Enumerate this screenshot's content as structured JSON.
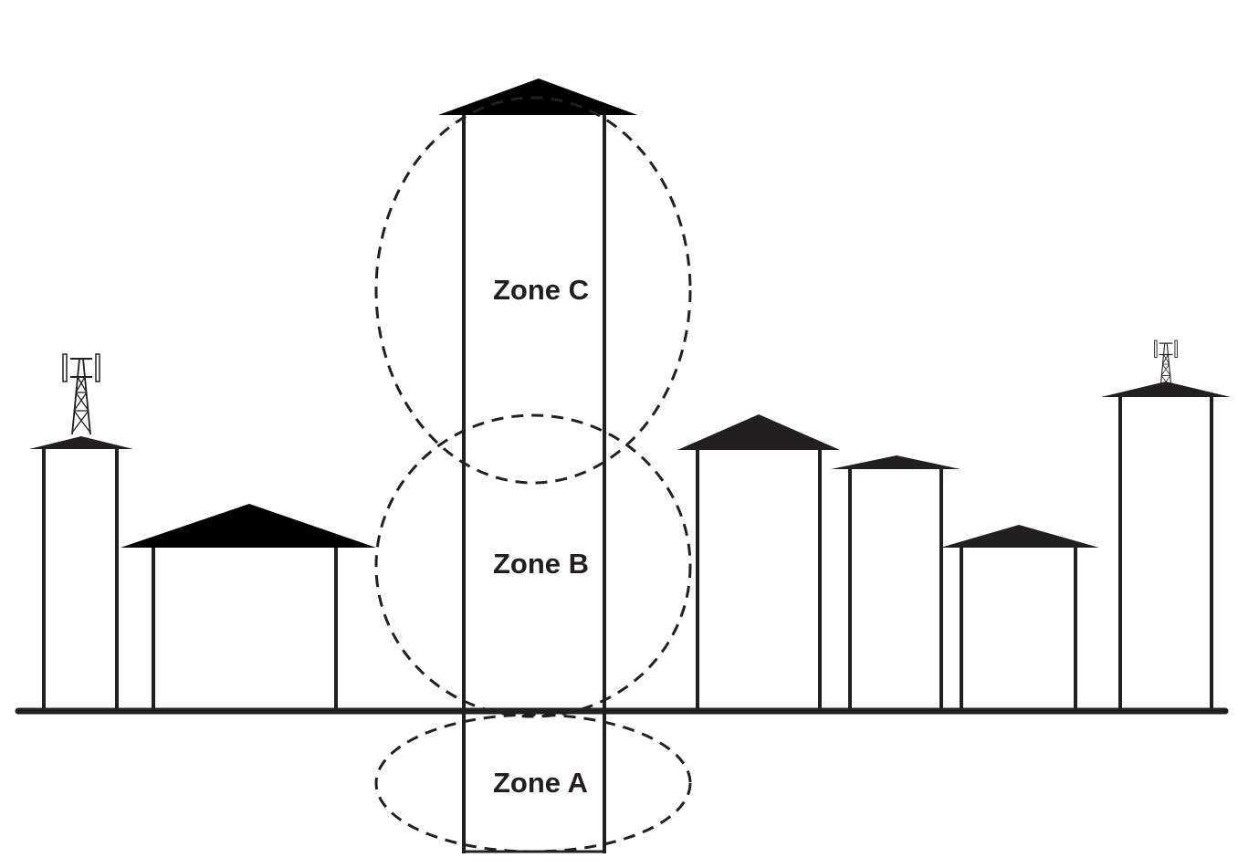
{
  "zones": {
    "c": "Zone C",
    "b": "Zone B",
    "a": "Zone A"
  },
  "colors": {
    "ink": "#231f20",
    "background": "#ffffff"
  }
}
